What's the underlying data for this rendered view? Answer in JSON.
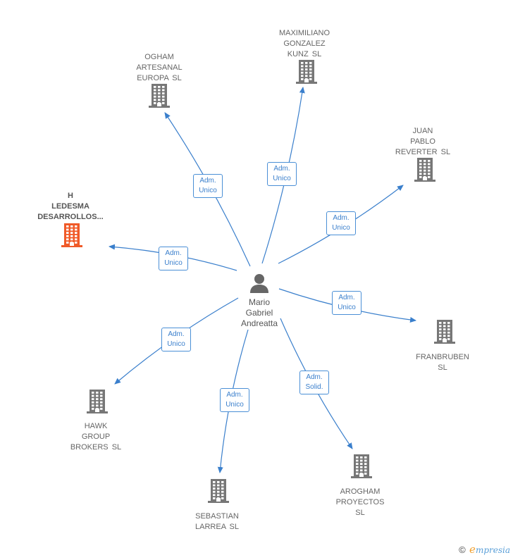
{
  "center": {
    "name_lines": [
      "Mario",
      "Gabriel",
      "Andreatta"
    ],
    "icon": "person-icon"
  },
  "nodes": [
    {
      "id": "ogham",
      "lines": [
        "OGHAM",
        "ARTESANAL",
        "EUROPA  SL"
      ],
      "role": [
        "Adm.",
        "Unico"
      ],
      "highlight": false
    },
    {
      "id": "maximiliano",
      "lines": [
        "MAXIMILIANO",
        "GONZALEZ",
        "KUNZ  SL"
      ],
      "role": [
        "Adm.",
        "Unico"
      ],
      "highlight": false
    },
    {
      "id": "juan",
      "lines": [
        "JUAN",
        "PABLO",
        "REVERTER  SL"
      ],
      "role": [
        "Adm.",
        "Unico"
      ],
      "highlight": false
    },
    {
      "id": "h-ledesma",
      "lines": [
        "H",
        "LEDESMA",
        "DESARROLLOS..."
      ],
      "role": [
        "Adm.",
        "Unico"
      ],
      "highlight": true
    },
    {
      "id": "franbruben",
      "lines": [
        "FRANBRUBEN",
        "SL"
      ],
      "role": [
        "Adm.",
        "Unico"
      ],
      "highlight": false
    },
    {
      "id": "hawk",
      "lines": [
        "HAWK",
        "GROUP",
        "BROKERS  SL"
      ],
      "role": [
        "Adm.",
        "Unico"
      ],
      "highlight": false
    },
    {
      "id": "sebastian",
      "lines": [
        "SEBASTIAN",
        "LARREA  SL"
      ],
      "role": [
        "Adm.",
        "Unico"
      ],
      "highlight": false
    },
    {
      "id": "arogham",
      "lines": [
        "AROGHAM",
        "PROYECTOS",
        "SL"
      ],
      "role": [
        "Adm.",
        "Solid."
      ],
      "highlight": false
    }
  ],
  "colors": {
    "edge": "#3a7fcc",
    "building": "#777777",
    "building_highlight": "#f05a28",
    "person": "#666666"
  },
  "footer": {
    "copyright": "©",
    "brand_initial": "e",
    "brand_rest": "mpresia"
  }
}
